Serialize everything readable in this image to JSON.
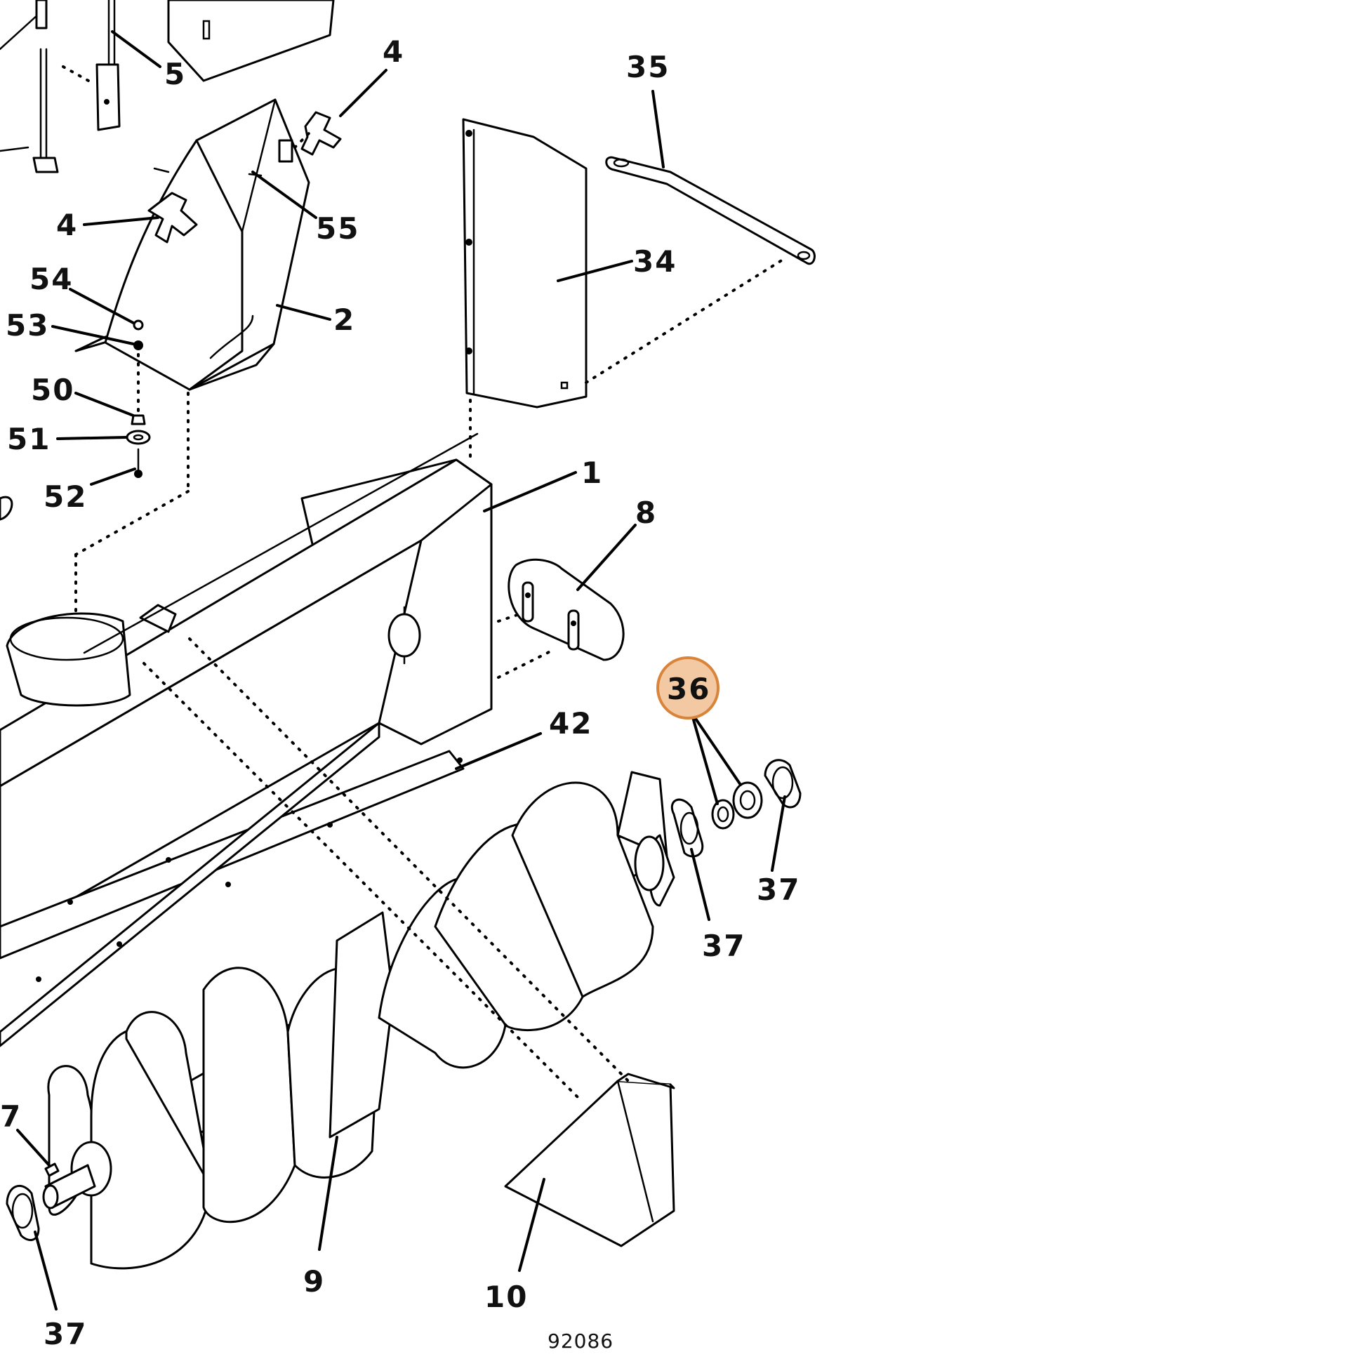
{
  "diagram": {
    "figure_number": "92086",
    "highlight_color": "#f2c9a3",
    "highlight_stroke": "#d9843b",
    "labels": [
      {
        "id": "label-5",
        "text": "5"
      },
      {
        "id": "label-4-top",
        "text": "4"
      },
      {
        "id": "label-35",
        "text": "35"
      },
      {
        "id": "label-4-left",
        "text": "4"
      },
      {
        "id": "label-55",
        "text": "55"
      },
      {
        "id": "label-34",
        "text": "34"
      },
      {
        "id": "label-54",
        "text": "54"
      },
      {
        "id": "label-53",
        "text": "53"
      },
      {
        "id": "label-2",
        "text": "2"
      },
      {
        "id": "label-50",
        "text": "50"
      },
      {
        "id": "label-51",
        "text": "51"
      },
      {
        "id": "label-1",
        "text": "1"
      },
      {
        "id": "label-52",
        "text": "52"
      },
      {
        "id": "label-8",
        "text": "8"
      },
      {
        "id": "label-36",
        "text": "36"
      },
      {
        "id": "label-42",
        "text": "42"
      },
      {
        "id": "label-37-right",
        "text": "37"
      },
      {
        "id": "label-37-mid",
        "text": "37"
      },
      {
        "id": "label-7",
        "text": "7"
      },
      {
        "id": "label-9",
        "text": "9"
      },
      {
        "id": "label-10",
        "text": "10"
      },
      {
        "id": "label-37-left",
        "text": "37"
      }
    ]
  }
}
